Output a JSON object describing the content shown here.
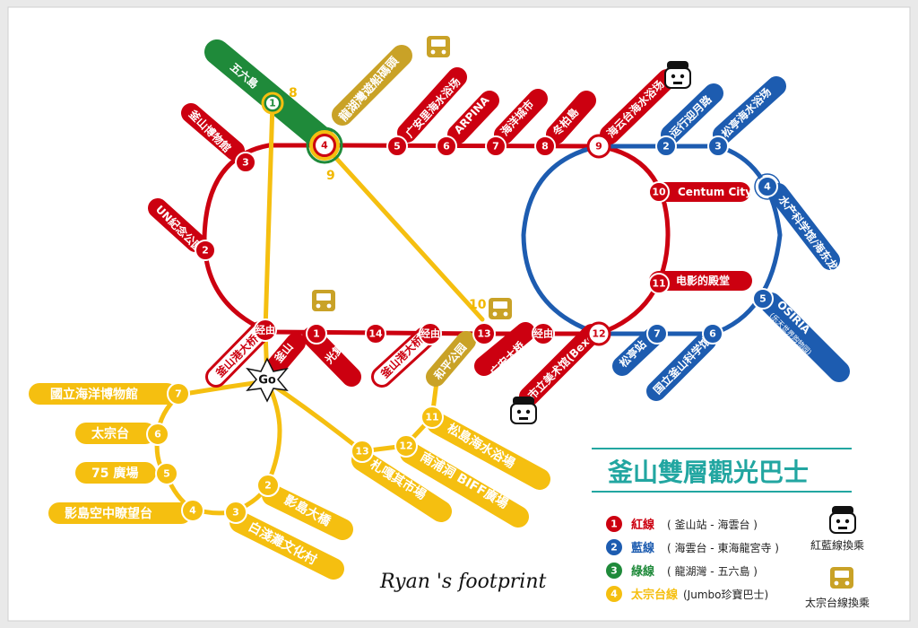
{
  "colors": {
    "red": "#cc0010",
    "blue": "#1d5cb0",
    "green": "#1f8a3a",
    "yellow": "#f5bf10",
    "bus_gold": "#c9a227",
    "teal": "#22a6a1"
  },
  "labels": {
    "wuliudao": "五六島",
    "longhuwan": "龍湖灣遊船碼頭",
    "busan_museum": "釜山博物館",
    "un_park": "UN紀念公園",
    "guangan_beach": "广安里海水浴场",
    "arpina": "ARPINA",
    "haiyang_city": "海洋城市",
    "dongbaidao": "冬柏島",
    "haiyuntai_beach": "海云台海水浴场",
    "yuntai": "运行迎月路",
    "songjeong_beach": "松亭海水浴场",
    "centum_city": "Centum City",
    "movie_hall": "电影的殿堂",
    "science_tech": "水产科学馆/海东龙宫寺",
    "osiria": "OSIRIA",
    "osiria_sub": "(乐天世界购物园)",
    "songjeong_station": "松亭站",
    "science_museum": "国立釜山科学馆",
    "busan_art": "市立美术馆(Bexco)",
    "guangan_bridge": "广安大桥",
    "park": "和平公园",
    "guangfu": "光复路",
    "busanport_bridge1": "釜山港大桥",
    "busanport_bridge2": "釜山港大桥",
    "busan_short": "釜山",
    "via1": "经由",
    "via2": "经由",
    "via3": "经由",
    "maritime": "國立海洋博物館",
    "taejongdae": "太宗台",
    "plaza75": "75 廣場",
    "yeongdo_sky": "影島空中瞭望台",
    "huinyeoul": "白淺灘文化村",
    "yeongdo_bridge": "影島大橋",
    "jagalchi": "札嘎其市場",
    "biff": "南浦洞 BIFF廣場",
    "songdo": "松島海水浴場",
    "go": "Go",
    "num_8": "8",
    "num_9": "9",
    "num_10": "10"
  },
  "legend": {
    "title": "釜山雙層觀光巴士",
    "items": [
      {
        "num": "1",
        "name": "紅線",
        "desc": "( 釜山站 - 海雲台 )"
      },
      {
        "num": "2",
        "name": "藍線",
        "desc": "( 海雲台 - 東海龍宮寺 )"
      },
      {
        "num": "3",
        "name": "綠線",
        "desc": "( 龍湖灣 - 五六島 )"
      },
      {
        "num": "4",
        "name": "太宗台線",
        "desc": "(Jumbo珍寶巴士)"
      }
    ],
    "transfer_red_blue": "紅藍線換乘",
    "transfer_taejongdae": "太宗台線換乘"
  },
  "signature": "Ryan 's footprint"
}
